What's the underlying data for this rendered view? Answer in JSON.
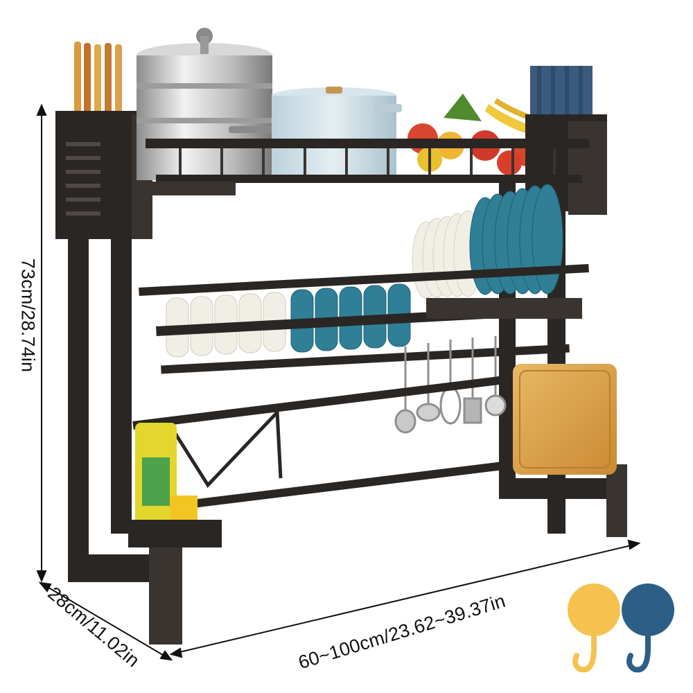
{
  "dimensions": {
    "height": "73cm/28.74in",
    "depth": "28cm/11.02in",
    "width": "60~100cm/23.62~39.37in"
  },
  "colors": {
    "rack_frame": "#2a2624",
    "rack_frame_light": "#4a4440",
    "hook_yellow": "#f6c24f",
    "hook_blue": "#2d5e87",
    "plate_blue": "#2f7f96",
    "plate_white": "#f1eee6",
    "cutting_board": "#d9a24a"
  },
  "icons": [
    "hook-yellow-icon",
    "hook-blue-icon"
  ]
}
